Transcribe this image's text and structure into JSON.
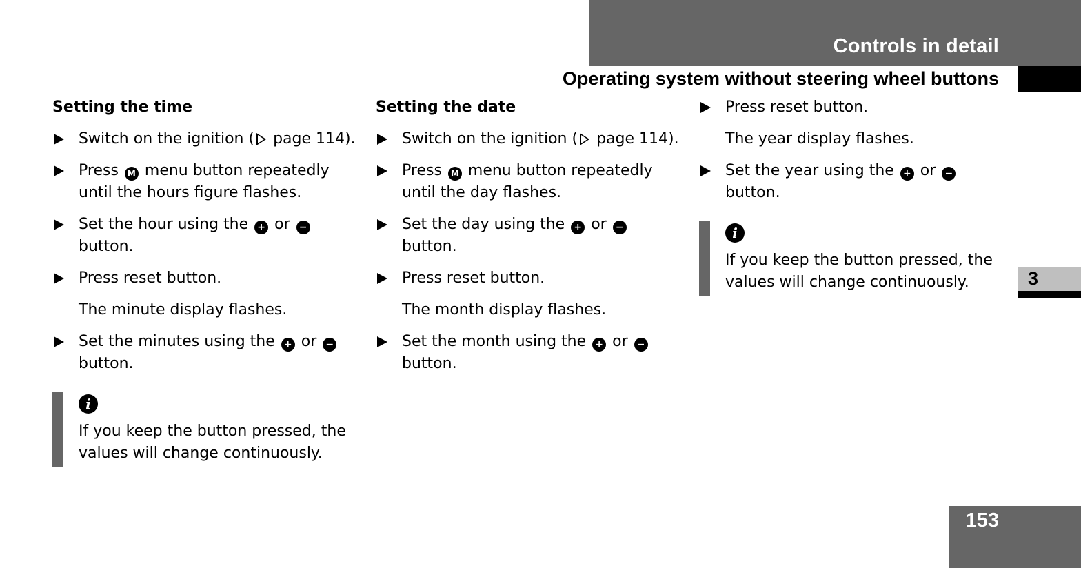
{
  "header": {
    "title": "Controls in detail",
    "subtitle": "Operating system without steering wheel buttons",
    "chapter": "3",
    "page_number": "153"
  },
  "col1": {
    "title": "Setting the time",
    "step1_pre": "Switch on the ignition (",
    "step1_post": " page 114).",
    "step2_pre": "Press ",
    "step2_post": " menu button repeatedly until the hours figure flashes.",
    "step3_pre": "Set the hour using the ",
    "step3_mid": " or ",
    "step3_post": " button.",
    "step4": "Press  reset button.",
    "result": "The minute display flashes.",
    "step5_pre": "Set the minutes using the ",
    "step5_mid": " or ",
    "step5_post": " button.",
    "note": "If you keep the button pressed, the values will change continuously."
  },
  "col2": {
    "title": "Setting the date",
    "step1_pre": "Switch on the ignition (",
    "step1_post": " page 114).",
    "step2_pre": "Press ",
    "step2_post": " menu button repeatedly until the day flashes.",
    "step3_pre": "Set the day using the ",
    "step3_mid": " or ",
    "step3_post": " button.",
    "step4": "Press  reset button.",
    "result": "The month display flashes.",
    "step5_pre": "Set the month using the ",
    "step5_mid": " or ",
    "step5_post": " button."
  },
  "col3": {
    "step1": "Press  reset button.",
    "result": "The year display flashes.",
    "step2_pre": "Set the year using the ",
    "step2_mid": " or ",
    "step2_post": " button.",
    "note": "If you keep the button pressed, the values will change continuously."
  },
  "icons": {
    "menu_button": "M",
    "plus_button": "+",
    "minus_button": "−",
    "info": "i"
  }
}
